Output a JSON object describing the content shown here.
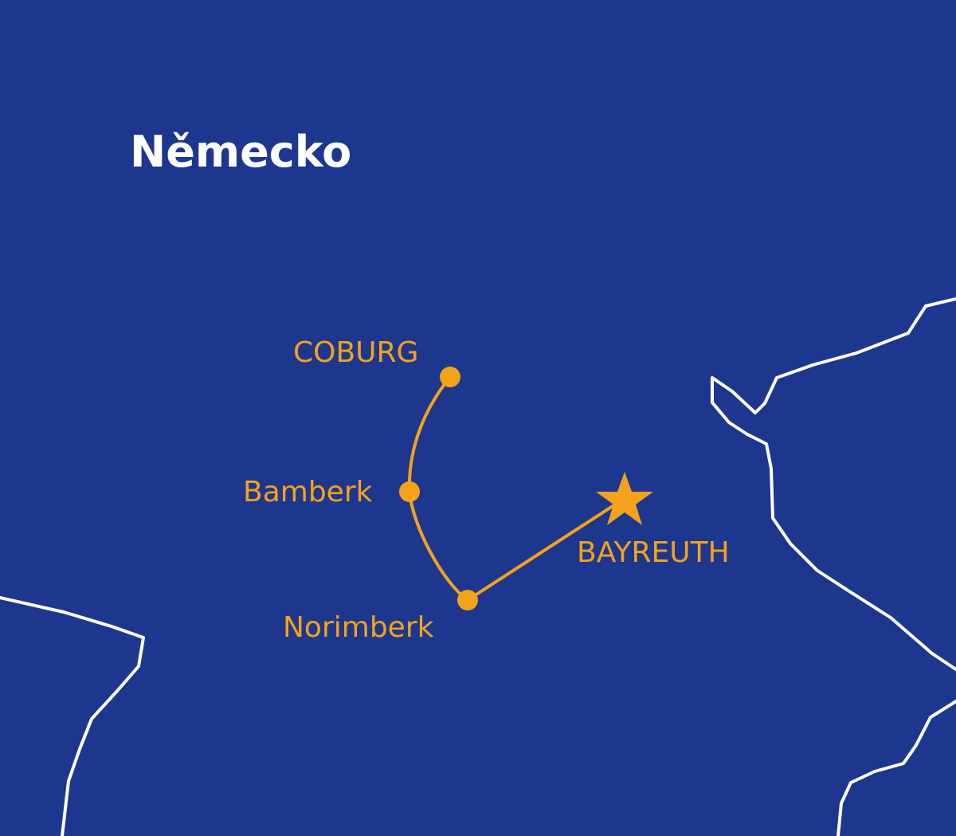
{
  "map": {
    "country_label": "Německo",
    "colors": {
      "background": "#1e378e",
      "border": "#ffffff",
      "route": "#f3a21b",
      "text_primary": "#ffffff"
    },
    "cities": [
      {
        "id": "coburg",
        "label": "COBURG",
        "marker": "dot"
      },
      {
        "id": "bamberk",
        "label": "Bamberk",
        "marker": "dot"
      },
      {
        "id": "norimberk",
        "label": "Norimberk",
        "marker": "dot"
      },
      {
        "id": "bayreuth",
        "label": "BAYREUTH",
        "marker": "star-icon"
      }
    ],
    "route_order": [
      "coburg",
      "bamberk",
      "norimberk",
      "bayreuth"
    ]
  }
}
